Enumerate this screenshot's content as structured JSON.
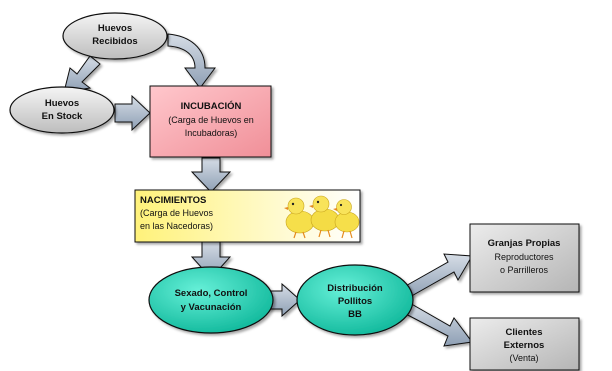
{
  "nodes": {
    "huevos_recibidos": {
      "lines": [
        "Huevos",
        "Recibidos"
      ]
    },
    "huevos_stock": {
      "lines": [
        "Huevos",
        "En Stock"
      ]
    },
    "incubacion": {
      "title": "INCUBACIÓN",
      "lines": [
        "(Carga de Huevos en",
        "Incubadoras)"
      ]
    },
    "nacimientos": {
      "title": "NACIMIENTOS",
      "lines": [
        "(Carga de Huevos",
        "en las Nacedoras)"
      ]
    },
    "sexado": {
      "lines": [
        "Sexado, Control",
        "y Vacunación"
      ]
    },
    "distribucion": {
      "lines": [
        "Distribución",
        "Pollitos",
        "BB"
      ]
    },
    "granjas": {
      "title": "Granjas Propias",
      "lines": [
        "Reproductores",
        "o Parrilleros"
      ]
    },
    "clientes": {
      "title_lines": [
        "Clientes",
        "Externos"
      ],
      "lines": [
        "(Venta)"
      ]
    }
  },
  "colors": {
    "gray_ellipse": "#d6d6d6",
    "incubacion_fill": "#f6a3ab",
    "nacimientos_fill": "#fff7a8",
    "teal_fill": "#1fc9ad",
    "gray_box": "#c6c6c6",
    "arrow_fill": "#a9b7c8",
    "outline": "#111111"
  },
  "icons": {
    "chicks": "chicks-illustration"
  }
}
